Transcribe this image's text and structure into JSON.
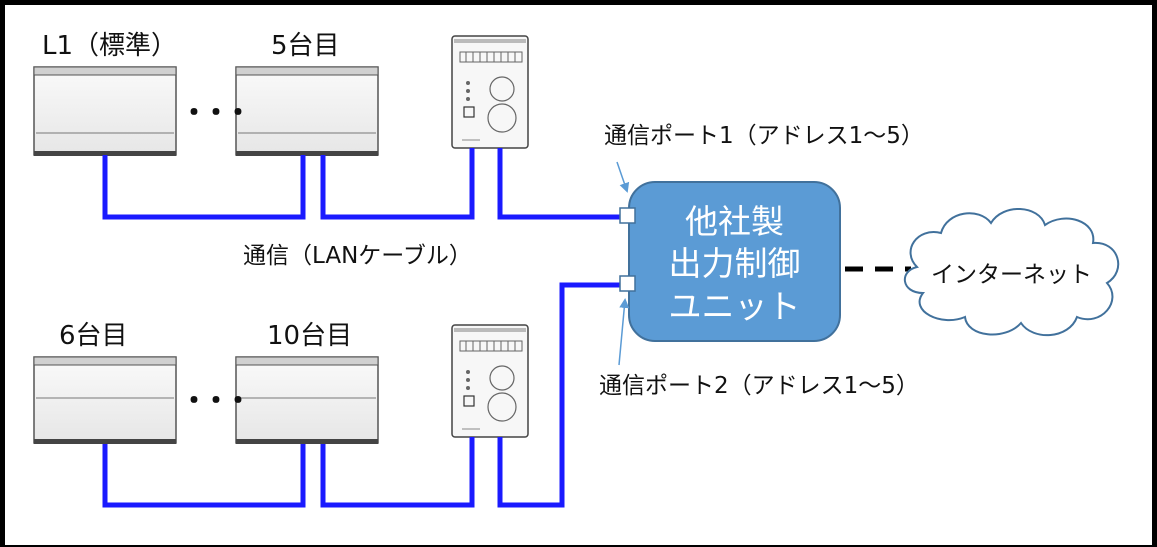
{
  "labels": {
    "group1_first": "L1（標準）",
    "group1_last": "5台目",
    "group2_first": "6台目",
    "group2_last": "10台目",
    "cable": "通信（LANケーブル）",
    "port1": "通信ポート1（アドレス1～5）",
    "port2": "通信ポート2（アドレス1～5）",
    "ellipsis": "・・・"
  },
  "control_unit": {
    "line1": "他社製",
    "line2": "出力制御",
    "line3": "ユニット"
  },
  "internet": "インターネット",
  "colors": {
    "cable": "#1a1aff",
    "unit_fill": "#5b9bd5",
    "unit_border": "#41719c",
    "arrow": "#5b9bd5"
  }
}
